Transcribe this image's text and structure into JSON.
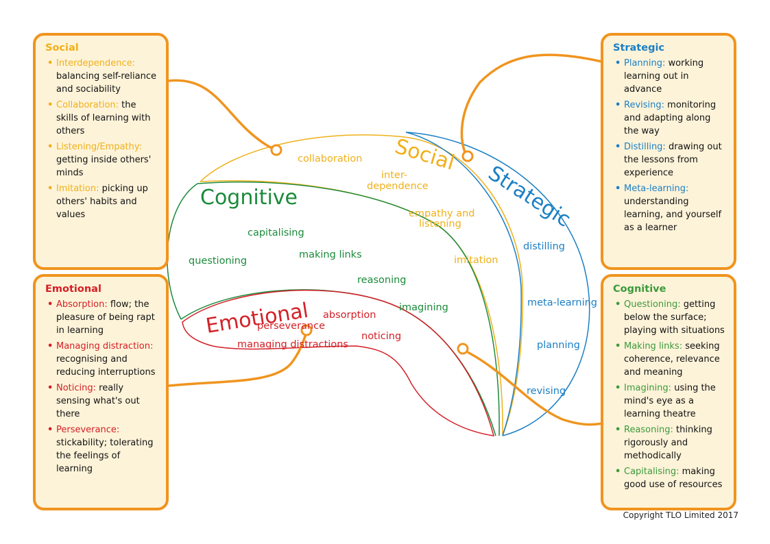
{
  "diagram": {
    "segment_titles": {
      "social": "Social",
      "strategic": "Strategic",
      "cognitive": "Cognitive",
      "emotional": "Emotional"
    },
    "social_words": [
      "collaboration",
      "inter-",
      "dependence",
      "empathy and",
      "listening",
      "imitation"
    ],
    "strategic_words": [
      "distilling",
      "meta-learning",
      "planning",
      "revising"
    ],
    "cognitive_words": [
      "capitalising",
      "questioning",
      "making links",
      "reasoning",
      "imagining"
    ],
    "emotional_words": [
      "perseverance",
      "absorption",
      "managing distractions",
      "noticing"
    ]
  },
  "boxes": {
    "social": {
      "title": "Social",
      "items": [
        {
          "key": "Interdependence:",
          "text": "balancing self-reliance and sociability"
        },
        {
          "key": "Collaboration:",
          "text": "the skills of learning with others"
        },
        {
          "key": "Listening/Empathy:",
          "text": "getting inside others' minds"
        },
        {
          "key": "Imitation:",
          "text": "picking up others' habits and values"
        }
      ]
    },
    "emotional": {
      "title": "Emotional",
      "items": [
        {
          "key": "Absorption:",
          "text": "flow; the pleasure of being rapt in learning"
        },
        {
          "key": "Managing distraction:",
          "text": "recognising and reducing interruptions"
        },
        {
          "key": "Noticing:",
          "text": "really sensing what's out there"
        },
        {
          "key": "Perseverance:",
          "text": "stickability; tolerating the feelings of learning"
        }
      ]
    },
    "strategic": {
      "title": "Strategic",
      "items": [
        {
          "key": "Planning:",
          "text": "working learning out in advance"
        },
        {
          "key": "Revising:",
          "text": "monitoring and adapting along the way"
        },
        {
          "key": "Distilling:",
          "text": "drawing out the lessons from experience"
        },
        {
          "key": "Meta-learning:",
          "text": "understanding learning, and yourself as a learner"
        }
      ]
    },
    "cognitive": {
      "title": "Cognitive",
      "items": [
        {
          "key": "Questioning:",
          "text": "getting below the surface; playing with situations"
        },
        {
          "key": "Making links:",
          "text": "seeking coherence, relevance and meaning"
        },
        {
          "key": "Imagining:",
          "text": "using the mind's eye as a learning theatre"
        },
        {
          "key": "Reasoning:",
          "text": "thinking rigorously and methodically"
        },
        {
          "key": "Capitalising:",
          "text": "making good use of resources"
        }
      ]
    }
  },
  "copyright": "Copyright TLO Limited 2017",
  "colors": {
    "social": "#f0b019",
    "strategic": "#1b7fc4",
    "cognitive": "#1a8a3a",
    "emotional": "#d32027",
    "connector": "#f0941e",
    "box_fill": "#fdf3d9"
  }
}
